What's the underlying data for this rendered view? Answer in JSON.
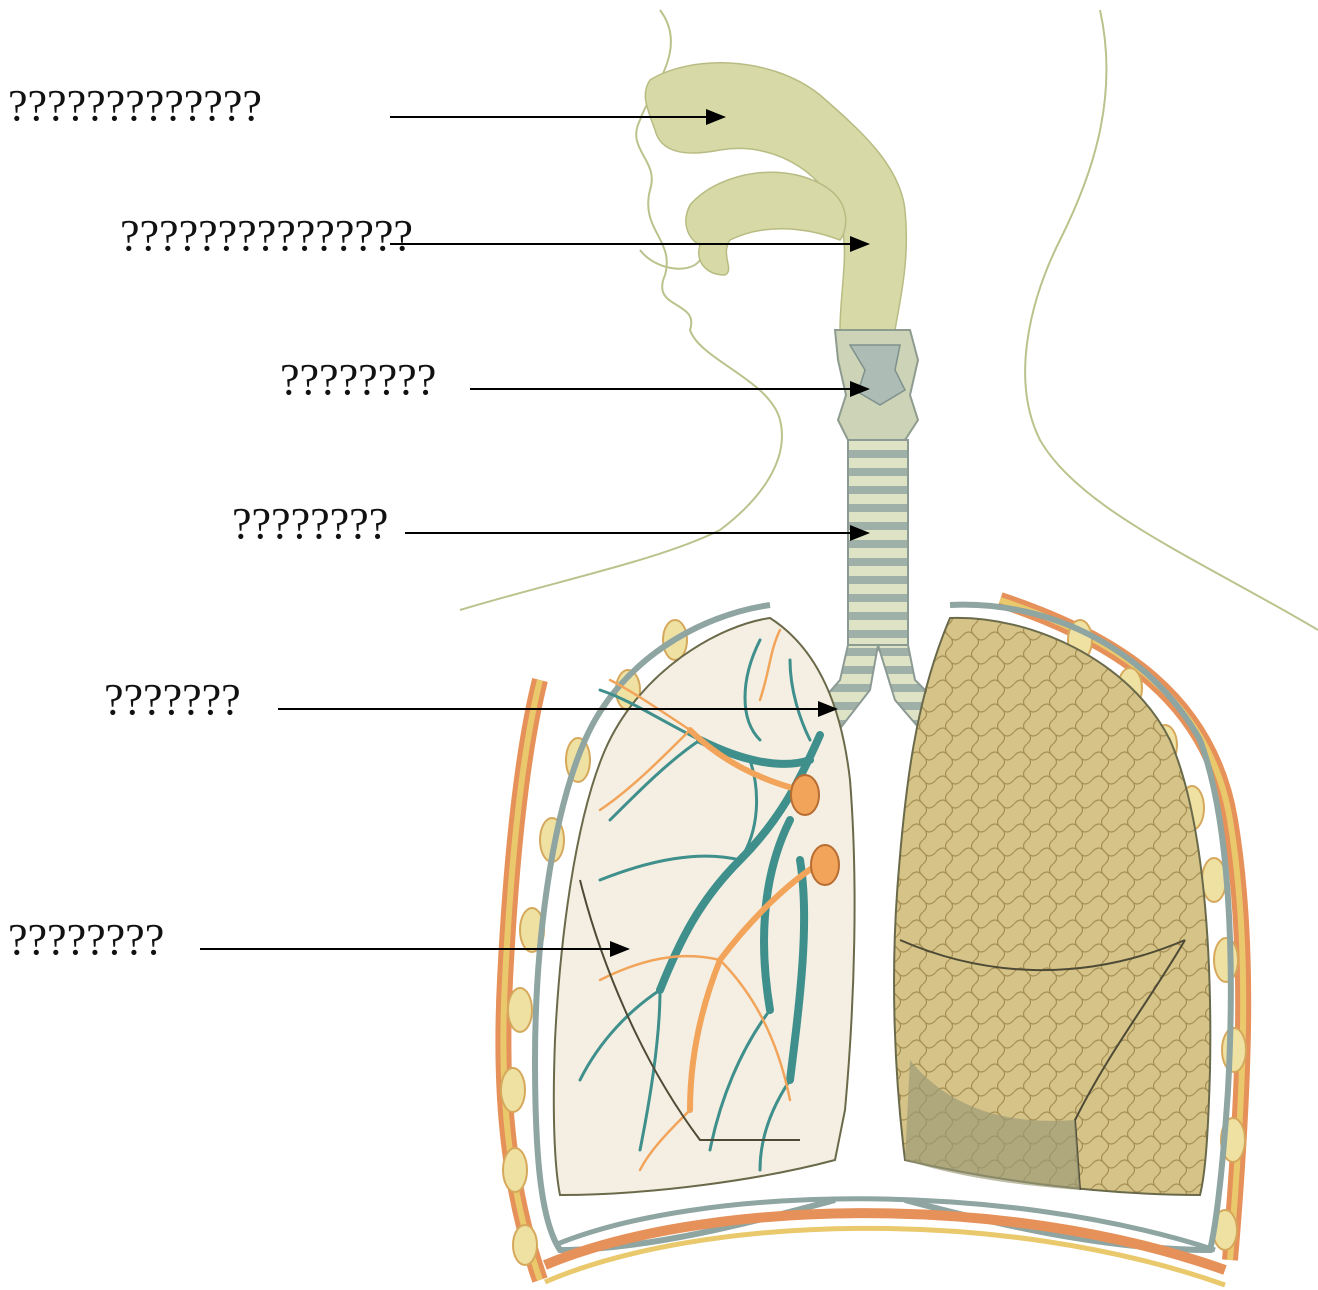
{
  "labels": [
    {
      "id": "label-1",
      "text": "?????????????"
    },
    {
      "id": "label-2",
      "text": "???????????????"
    },
    {
      "id": "label-3",
      "text": "????????"
    },
    {
      "id": "label-4",
      "text": "????????"
    },
    {
      "id": "label-5",
      "text": "???????"
    },
    {
      "id": "label-6",
      "text": "????????"
    }
  ],
  "colors": {
    "airway": "#d7d9a6",
    "lung_left_fill": "#f4efe2",
    "lung_right_fill": "#d8c48a",
    "bronchi": "#3f8f8c",
    "vessel": "#f2a45a",
    "rib": "#e8c86a",
    "pleura": "#7f9a98",
    "outline": "#6a6a4a"
  }
}
